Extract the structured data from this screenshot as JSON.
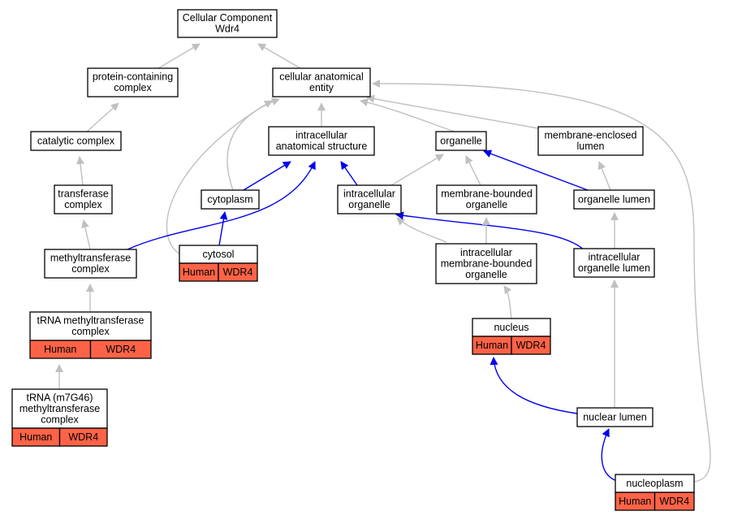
{
  "colors": {
    "gray_edge": "#c0c0c0",
    "blue_edge": "#0000ee",
    "annotation": "#ff6347",
    "node_fill": "#ffffff",
    "node_stroke": "#000000"
  },
  "nodes": [
    {
      "id": "root",
      "lines": [
        "Cellular Component",
        "Wdr4"
      ],
      "annotations": []
    },
    {
      "id": "protein_containing_complex",
      "lines": [
        "protein-containing",
        "complex"
      ],
      "annotations": []
    },
    {
      "id": "cellular_anatomical_entity",
      "lines": [
        "cellular anatomical",
        "entity"
      ],
      "annotations": []
    },
    {
      "id": "catalytic_complex",
      "lines": [
        "catalytic complex"
      ],
      "annotations": []
    },
    {
      "id": "intracellular_anatomical_structure",
      "lines": [
        "intracellular",
        "anatomical structure"
      ],
      "annotations": []
    },
    {
      "id": "organelle",
      "lines": [
        "organelle"
      ],
      "annotations": []
    },
    {
      "id": "membrane_enclosed_lumen",
      "lines": [
        "membrane-enclosed",
        "lumen"
      ],
      "annotations": []
    },
    {
      "id": "transferase_complex",
      "lines": [
        "transferase",
        "complex"
      ],
      "annotations": []
    },
    {
      "id": "cytoplasm",
      "lines": [
        "cytoplasm"
      ],
      "annotations": []
    },
    {
      "id": "intracellular_organelle",
      "lines": [
        "intracellular",
        "organelle"
      ],
      "annotations": []
    },
    {
      "id": "membrane_bounded_organelle",
      "lines": [
        "membrane-bounded",
        "organelle"
      ],
      "annotations": []
    },
    {
      "id": "organelle_lumen",
      "lines": [
        "organelle lumen"
      ],
      "annotations": []
    },
    {
      "id": "methyltransferase_complex",
      "lines": [
        "methyltransferase",
        "complex"
      ],
      "annotations": []
    },
    {
      "id": "cytosol",
      "lines": [
        "cytosol"
      ],
      "annotations": [
        "Human",
        "WDR4"
      ]
    },
    {
      "id": "intracellular_membrane_bounded_organelle",
      "lines": [
        "intracellular",
        "membrane-bounded",
        "organelle"
      ],
      "annotations": []
    },
    {
      "id": "intracellular_organelle_lumen",
      "lines": [
        "intracellular",
        "organelle lumen"
      ],
      "annotations": []
    },
    {
      "id": "trna_methyltransferase_complex",
      "lines": [
        "tRNA methyltransferase",
        "complex"
      ],
      "annotations": [
        "Human",
        "WDR4"
      ]
    },
    {
      "id": "nucleus",
      "lines": [
        "nucleus"
      ],
      "annotations": [
        "Human",
        "WDR4"
      ]
    },
    {
      "id": "trna_m7g46_methyltransferase_complex",
      "lines": [
        "tRNA (m7G46)",
        "methyltransferase",
        "complex"
      ],
      "annotations": [
        "Human",
        "WDR4"
      ]
    },
    {
      "id": "nuclear_lumen",
      "lines": [
        "nuclear lumen"
      ],
      "annotations": []
    },
    {
      "id": "nucleoplasm",
      "lines": [
        "nucleoplasm"
      ],
      "annotations": [
        "Human",
        "WDR4"
      ]
    }
  ],
  "edges": [
    {
      "from": "protein_containing_complex",
      "to": "root",
      "type": "is_a"
    },
    {
      "from": "cellular_anatomical_entity",
      "to": "root",
      "type": "is_a"
    },
    {
      "from": "catalytic_complex",
      "to": "protein_containing_complex",
      "type": "is_a"
    },
    {
      "from": "transferase_complex",
      "to": "catalytic_complex",
      "type": "is_a"
    },
    {
      "from": "methyltransferase_complex",
      "to": "transferase_complex",
      "type": "is_a"
    },
    {
      "from": "trna_methyltransferase_complex",
      "to": "methyltransferase_complex",
      "type": "is_a"
    },
    {
      "from": "trna_m7g46_methyltransferase_complex",
      "to": "trna_methyltransferase_complex",
      "type": "is_a"
    },
    {
      "from": "intracellular_anatomical_structure",
      "to": "cellular_anatomical_entity",
      "type": "is_a"
    },
    {
      "from": "organelle",
      "to": "cellular_anatomical_entity",
      "type": "is_a"
    },
    {
      "from": "membrane_enclosed_lumen",
      "to": "cellular_anatomical_entity",
      "type": "is_a"
    },
    {
      "from": "cytoplasm",
      "to": "cellular_anatomical_entity",
      "type": "is_a"
    },
    {
      "from": "cytosol",
      "to": "cellular_anatomical_entity",
      "type": "is_a"
    },
    {
      "from": "nucleoplasm",
      "to": "cellular_anatomical_entity",
      "type": "is_a"
    },
    {
      "from": "cytoplasm",
      "to": "intracellular_anatomical_structure",
      "type": "part_of"
    },
    {
      "from": "methyltransferase_complex",
      "to": "intracellular_anatomical_structure",
      "type": "part_of"
    },
    {
      "from": "intracellular_organelle",
      "to": "intracellular_anatomical_structure",
      "type": "part_of"
    },
    {
      "from": "intracellular_organelle",
      "to": "organelle",
      "type": "is_a"
    },
    {
      "from": "membrane_bounded_organelle",
      "to": "organelle",
      "type": "is_a"
    },
    {
      "from": "organelle_lumen",
      "to": "organelle",
      "type": "part_of"
    },
    {
      "from": "organelle_lumen",
      "to": "membrane_enclosed_lumen",
      "type": "is_a"
    },
    {
      "from": "cytosol",
      "to": "cytoplasm",
      "type": "part_of"
    },
    {
      "from": "intracellular_membrane_bounded_organelle",
      "to": "intracellular_organelle",
      "type": "is_a"
    },
    {
      "from": "intracellular_organelle_lumen",
      "to": "intracellular_organelle",
      "type": "part_of"
    },
    {
      "from": "intracellular_membrane_bounded_organelle",
      "to": "membrane_bounded_organelle",
      "type": "is_a"
    },
    {
      "from": "intracellular_organelle_lumen",
      "to": "organelle_lumen",
      "type": "is_a"
    },
    {
      "from": "nucleus",
      "to": "intracellular_membrane_bounded_organelle",
      "type": "is_a"
    },
    {
      "from": "nuclear_lumen",
      "to": "intracellular_organelle_lumen",
      "type": "is_a"
    },
    {
      "from": "nuclear_lumen",
      "to": "nucleus",
      "type": "part_of"
    },
    {
      "from": "nucleoplasm",
      "to": "nuclear_lumen",
      "type": "part_of"
    }
  ]
}
